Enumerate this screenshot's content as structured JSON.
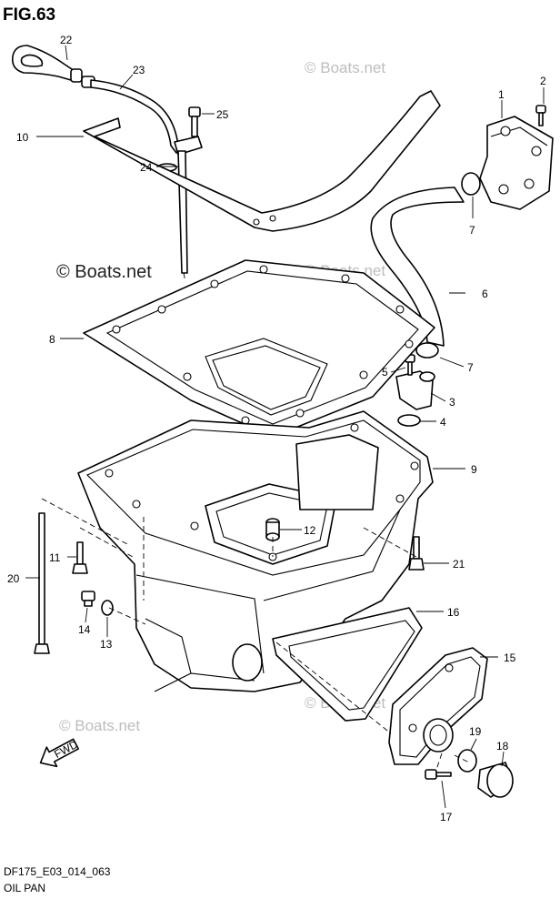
{
  "figure": {
    "title": "FIG.63",
    "code": "DF175_E03_014_063",
    "name": "OIL PAN"
  },
  "watermarks": {
    "small": "© Boats.net",
    "large": "© Boats.net"
  },
  "fwd_label": "FWD",
  "callouts": [
    {
      "id": "c1",
      "label": "1"
    },
    {
      "id": "c2",
      "label": "2"
    },
    {
      "id": "c3",
      "label": "3"
    },
    {
      "id": "c4",
      "label": "4"
    },
    {
      "id": "c5",
      "label": "5"
    },
    {
      "id": "c6",
      "label": "6"
    },
    {
      "id": "c7a",
      "label": "7"
    },
    {
      "id": "c7b",
      "label": "7"
    },
    {
      "id": "c8",
      "label": "8"
    },
    {
      "id": "c9",
      "label": "9"
    },
    {
      "id": "c10",
      "label": "10"
    },
    {
      "id": "c11",
      "label": "11"
    },
    {
      "id": "c12",
      "label": "12"
    },
    {
      "id": "c13",
      "label": "13"
    },
    {
      "id": "c14",
      "label": "14"
    },
    {
      "id": "c15",
      "label": "15"
    },
    {
      "id": "c16",
      "label": "16"
    },
    {
      "id": "c17",
      "label": "17"
    },
    {
      "id": "c18",
      "label": "18"
    },
    {
      "id": "c19",
      "label": "19"
    },
    {
      "id": "c20",
      "label": "20"
    },
    {
      "id": "c21",
      "label": "21"
    },
    {
      "id": "c22",
      "label": "22"
    },
    {
      "id": "c23",
      "label": "23"
    },
    {
      "id": "c24",
      "label": "24"
    },
    {
      "id": "c25",
      "label": "25"
    }
  ]
}
